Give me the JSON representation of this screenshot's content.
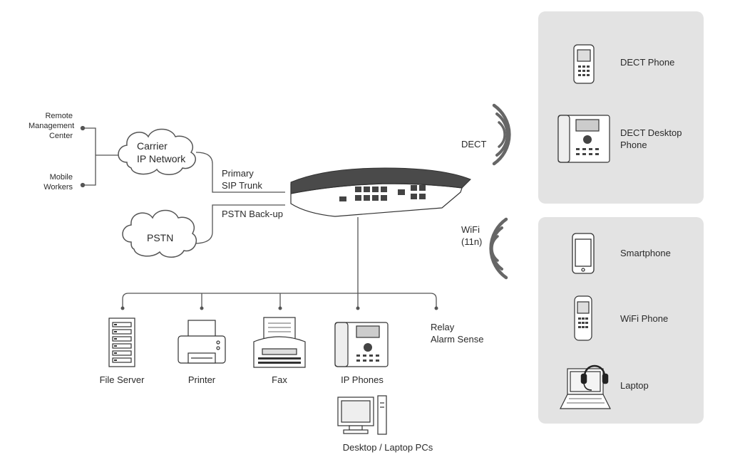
{
  "remote": {
    "remote_management": "Remote\nManagement\nCenter",
    "mobile_workers": "Mobile\nWorkers"
  },
  "clouds": {
    "carrier": "Carrier\nIP Network",
    "pstn": "PSTN"
  },
  "links": {
    "primary": "Primary\nSIP Trunk",
    "backup": "PSTN Back-up",
    "dect": "DECT",
    "wifi": "WiFi\n(11n)"
  },
  "lan_devices": {
    "file_server": "File Server",
    "printer": "Printer",
    "fax": "Fax",
    "ip_phones": "IP Phones",
    "relay": "Relay\nAlarm Sense",
    "pcs": "Desktop / Laptop PCs"
  },
  "dect_panel": {
    "dect_phone": "DECT Phone",
    "dect_desktop": "DECT Desktop\nPhone"
  },
  "wifi_panel": {
    "smartphone": "Smartphone",
    "wifi_phone": "WiFi Phone",
    "laptop": "Laptop"
  }
}
